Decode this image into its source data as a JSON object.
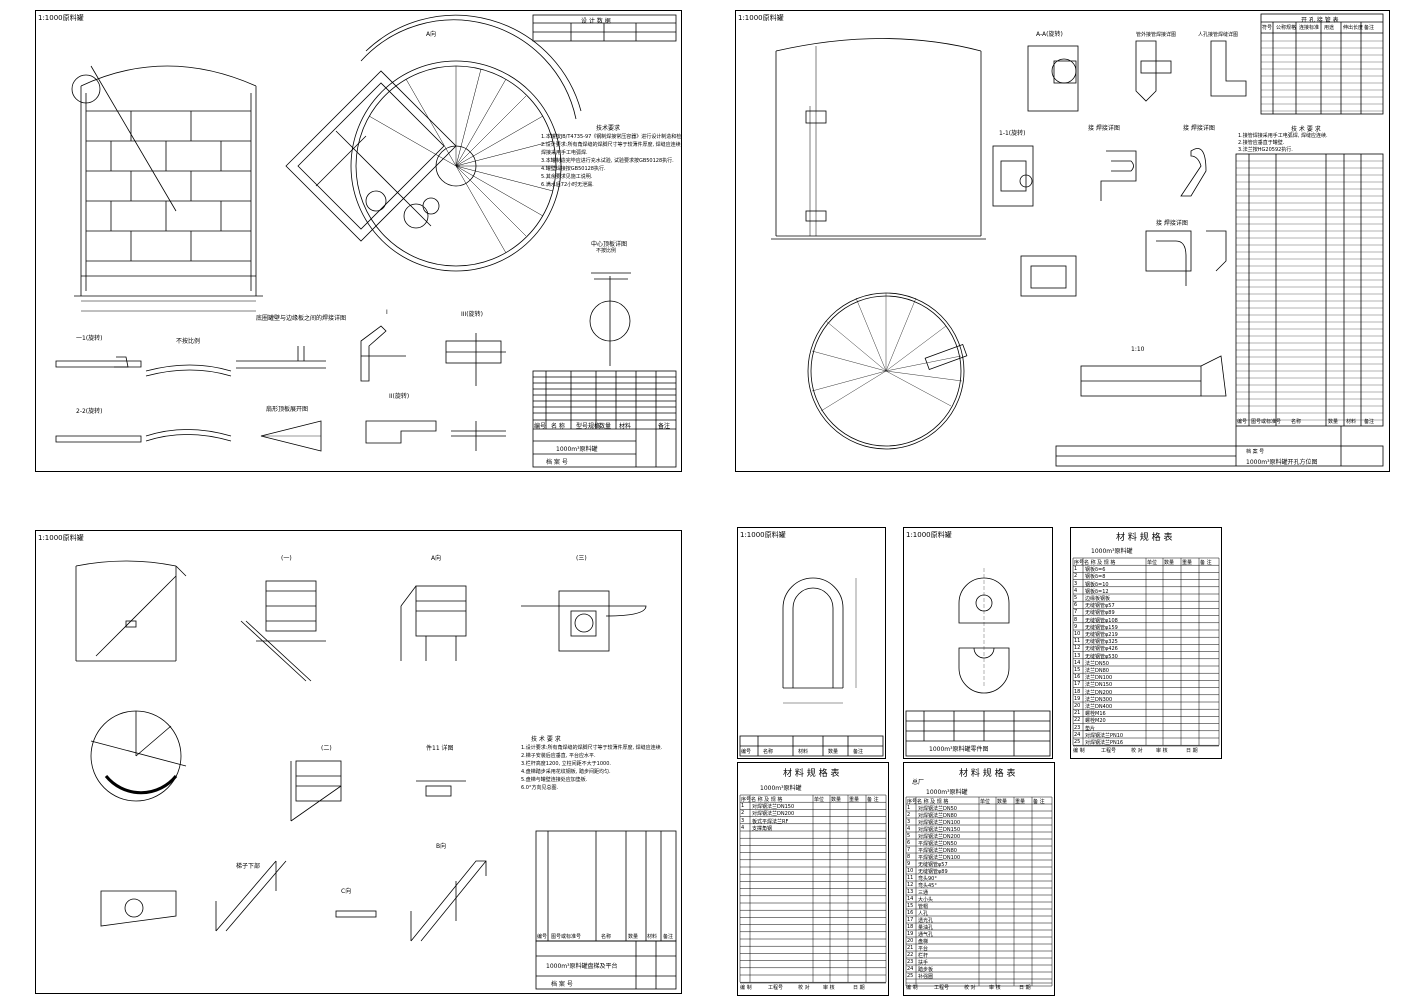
{
  "sheet_tags": [
    "1:1000原料罐",
    "1:1000原料罐",
    "1:1000原料罐",
    "1:1000原料罐",
    "1:1000原料罐"
  ],
  "sheet1": {
    "design_table_title": "设 计 数 据",
    "view_a": "A向",
    "section_1": "一1(旋转)",
    "section_2": "2-2(旋转)",
    "scale_1": "不按比例",
    "detail_bottom": "底圈罐壁与边缘板之间的焊接详图",
    "detail_I": "I",
    "detail_II": "II(旋转)",
    "detail_III": "III(旋转)",
    "fan_plate": "扇形顶板展开图",
    "center_ring": "中心顶板详图",
    "center_scale": "不按比例",
    "tech_title": "技术要求",
    "tech_lines": [
      "1.本罐按JB/T4735-97《钢制焊接常压容器》进行设计制造和检验.",
      "2.设计要求:所有角焊缝的焊脚尺寸等于较薄件厚度, 焊缝应连续.",
      "  焊接采用手工电弧焊.",
      "3.本罐制造完毕应进行充水试验, 试验要求按GB50128执行.",
      "4.罐壁焊接按GB50128执行.",
      "5.其余要求见施工说明.",
      "6.满水后72小时无泄漏."
    ],
    "bom_headers": [
      "编号",
      "名  称",
      "型号规格",
      "数量",
      "材料",
      "备注"
    ],
    "drawing_name": "1000m³原料罐",
    "archive": "档 案 号"
  },
  "sheet2": {
    "section_a": "A-A(旋转)",
    "section_1": "1-1(旋转)",
    "weld_detail_1": "接  焊接详图",
    "weld_detail_2": "接  焊接详图",
    "weld_detail_3": "接  焊接详图",
    "pipe_detail": "管外接管焊接详图",
    "nozzle_detail": "人孔接管焊缝详图",
    "opening_table_title": "开 孔 接 管 表",
    "opening_headers": [
      "符号",
      "公称规格",
      "连接标准",
      "用途",
      "伸出长度",
      "备注"
    ],
    "tech_title": "技 术 要 求",
    "tech_lines": [
      "1.接管焊接采用手工电弧焊, 焊缝应连续.",
      "2.接管应垂直于罐壁.",
      "3.法兰按HG20592执行."
    ],
    "bom_headers": [
      "编号",
      "图号或标准号",
      "名称",
      "数量",
      "材料",
      "备注"
    ],
    "drawing_name": "1000m³原料罐开孔方位图",
    "archive": "档 案 号",
    "scale_110": "1:10"
  },
  "sheet3": {
    "view_a": "A向",
    "view_b": "B向",
    "view_c": "C向",
    "section_1": "(一)",
    "section_2": "(二)",
    "section_3": "(三)",
    "detail_11": "件11 详图",
    "ladder_bottom": "梯子下部",
    "tech_title": "技 术 要 求",
    "tech_lines": [
      "1.设计要求:所有角焊缝的焊脚尺寸等于较薄件厚度, 焊缝应连续.",
      "2.梯子安装后应垂直, 平台应水平.",
      "3.栏杆高度1200, 立柱间距不大于1000.",
      "4.盘梯踏步采用花纹钢板, 踏步间距均匀.",
      "5.盘梯与罐壁连接处应加垫板.",
      "6.0°方向见总图."
    ],
    "bom_headers": [
      "编号",
      "图号或标准号",
      "名称",
      "数量",
      "材料",
      "备注"
    ],
    "drawing_name": "1000m³原料罐盘梯及平台",
    "archive": "档 案 号"
  },
  "sheet4": {
    "drawing_name_1": "1000m³原料罐零件图",
    "bom_headers": [
      "编号",
      "名称",
      "材料",
      "数量",
      "备注"
    ]
  },
  "sheet6": {
    "table_title": "材 料 规 格 表",
    "project": "1000m³原料罐",
    "headers": [
      "序号",
      "名 称 及 规 格",
      "单位",
      "数量",
      "重量",
      "备 注"
    ],
    "items": [
      "钢板δ=6",
      "钢板δ=8",
      "钢板δ=10",
      "钢板δ=12",
      "边缘板钢板",
      "无缝钢管φ57",
      "无缝钢管φ89",
      "无缝钢管φ108",
      "无缝钢管φ159",
      "无缝钢管φ219",
      "无缝钢管φ325",
      "无缝钢管φ426",
      "无缝钢管φ530",
      "法兰DN50",
      "法兰DN80",
      "法兰DN100",
      "法兰DN150",
      "法兰DN200",
      "法兰DN300",
      "法兰DN400",
      "螺栓M16",
      "螺栓M20",
      "垫片",
      "对焊钢法兰PN10",
      "对焊钢法兰PN16"
    ],
    "footer": [
      "编 制",
      "工程号",
      "校 对",
      "审 核",
      "日 期"
    ]
  },
  "sheet7": {
    "table_title": "材 料 规 格 表",
    "project": "1000m³原料罐",
    "headers": [
      "序号",
      "名 称 及 规 格",
      "单位",
      "数量",
      "重量",
      "备 注"
    ],
    "items": [
      "对焊钢法兰DN150",
      "对焊钢法兰DN200",
      "板式平焊法兰RF",
      "支撑角钢"
    ],
    "footer": [
      "编 制",
      "工程号",
      "校 对",
      "审 核",
      "日 期"
    ]
  },
  "sheet8": {
    "table_title": "材 料 规 格 表",
    "project": "1000m³原料罐",
    "company": "总厂",
    "headers": [
      "序号",
      "名 称 及 规 格",
      "单位",
      "数量",
      "重量",
      "备 注"
    ],
    "items": [
      "对焊钢法兰DN50",
      "对焊钢法兰DN80",
      "对焊钢法兰DN100",
      "对焊钢法兰DN150",
      "对焊钢法兰DN200",
      "平焊钢法兰DN50",
      "平焊钢法兰DN80",
      "平焊钢法兰DN100",
      "无缝钢管φ57",
      "无缝钢管φ89",
      "弯头90°",
      "弯头45°",
      "三通",
      "大小头",
      "管帽",
      "人孔",
      "透光孔",
      "量油孔",
      "通气孔",
      "盘梯",
      "平台",
      "栏杆",
      "扶手",
      "踏步板",
      "补强圈"
    ],
    "footer": [
      "编 制",
      "工程号",
      "校 对",
      "审 核",
      "日 期"
    ]
  }
}
